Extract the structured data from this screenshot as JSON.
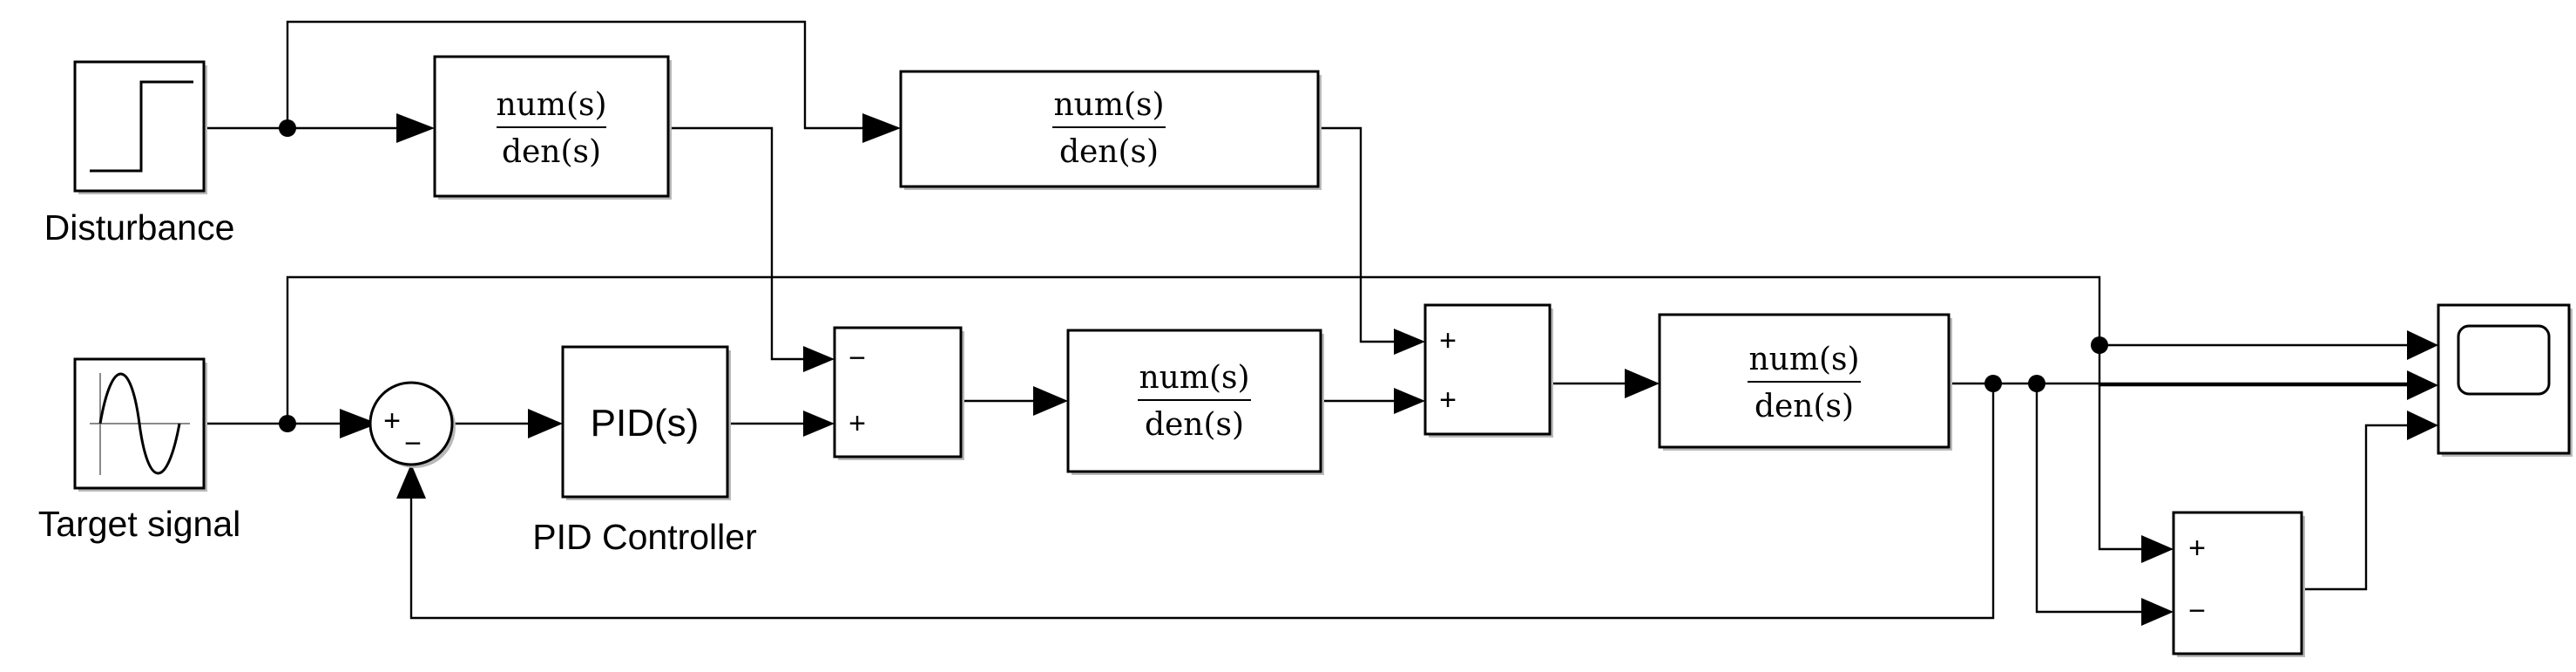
{
  "blocks": {
    "disturbance": {
      "label": "Disturbance"
    },
    "target_signal": {
      "label": "Target signal"
    },
    "pid_controller": {
      "text": "PID(s)",
      "label": "PID Controller"
    },
    "tf_disturbance_1": {
      "numerator": "num(s)",
      "denominator": "den(s)"
    },
    "tf_disturbance_2": {
      "numerator": "num(s)",
      "denominator": "den(s)"
    },
    "tf_plant_1": {
      "numerator": "num(s)",
      "denominator": "den(s)"
    },
    "tf_plant_2": {
      "numerator": "num(s)",
      "denominator": "den(s)"
    },
    "sum_feedback": {
      "signs": [
        "+",
        "−"
      ]
    },
    "sum_disturbance_1": {
      "signs": [
        "−",
        "+"
      ]
    },
    "sum_disturbance_2": {
      "signs": [
        "+",
        "+"
      ]
    },
    "sum_error": {
      "signs": [
        "+",
        "−"
      ]
    },
    "scope": {
      "icon": "scope-icon"
    }
  }
}
